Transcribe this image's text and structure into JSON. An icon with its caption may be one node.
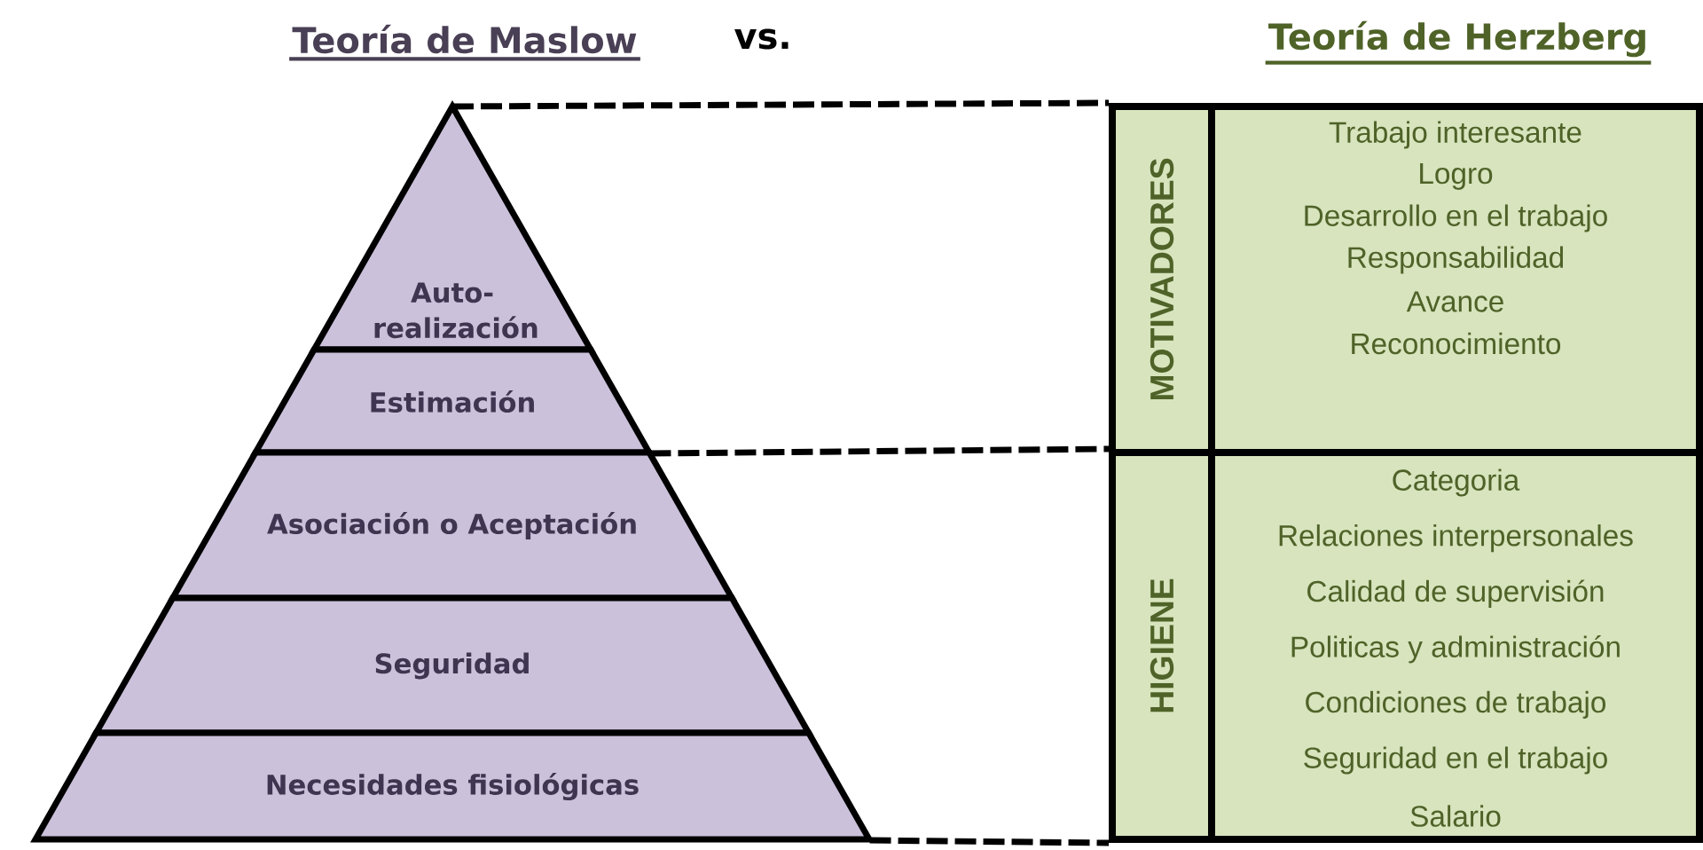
{
  "diagram": {
    "nodes": [
      {
        "text": [
          "Auto-realización"
        ]
      },
      {
        "text": [
          "Estimación"
        ]
      },
      {
        "text": [
          "Asociación o Aceptación"
        ]
      },
      {
        "text": [
          "Seguridad"
        ]
      },
      {
        "text": [
          "Necesidades fisiológicas"
        ]
      },
      {
        "text": [
          "MOTIVADORES"
        ]
      },
      {
        "text": [
          "Trabajo interesante",
          "Logro",
          "Desarrollo en el trabajo",
          "Responsabilidad",
          "Avance",
          "Reconocimiento"
        ]
      },
      {
        "text": [
          "HIGIENE"
        ]
      },
      {
        "text": [
          "Categoria",
          "Relaciones interpersonales",
          "Calidad de supervisión",
          "Politicas y administración",
          "Condiciones de trabajo",
          "Seguridad en el trabajo",
          "Salario"
        ]
      }
    ],
    "edges": [
      {
        "from": 0,
        "to": 5,
        "arrow": "none",
        "style": "dashed"
      },
      {
        "from": 1,
        "to": 7,
        "arrow": "none",
        "style": "dashed"
      },
      {
        "from": 4,
        "to": 7,
        "arrow": "none",
        "style": "dashed"
      }
    ],
    "labels": [
      "Teoría de Maslow",
      "vs.",
      "Teoría de Herzberg"
    ]
  }
}
